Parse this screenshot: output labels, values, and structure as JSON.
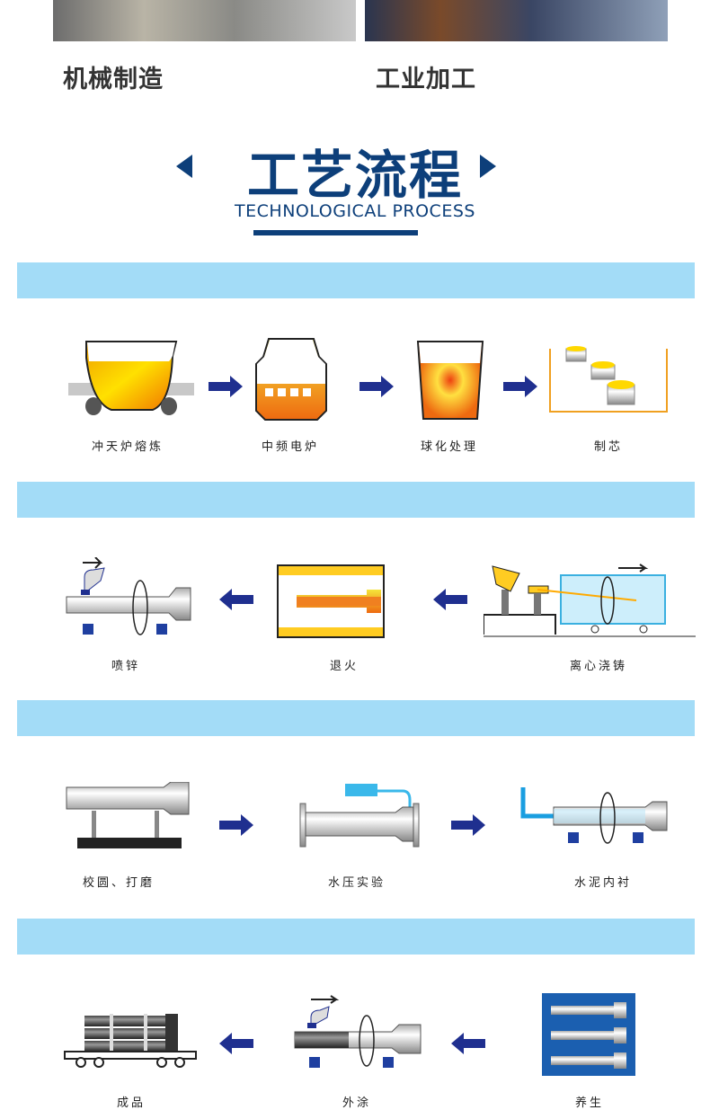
{
  "gallery": [
    {
      "caption": "机械制造"
    },
    {
      "caption": "工业加工"
    }
  ],
  "section": {
    "title": "工艺流程",
    "subtitle": "TECHNOLOGICAL PROCESS"
  },
  "colors": {
    "navy": "#0d3f7a",
    "band": "#a3dcf7",
    "arrow": "#1f2f8f"
  },
  "rows": [
    {
      "steps": [
        "冲天炉熔炼",
        "中频电炉",
        "球化处理",
        "制芯"
      ]
    },
    {
      "steps": [
        "喷锌",
        "退火",
        "离心浇铸"
      ]
    },
    {
      "steps": [
        "校圆、打磨",
        "水压实验",
        "水泥内衬"
      ]
    },
    {
      "steps": [
        "成品",
        "外涂",
        "养生"
      ]
    }
  ]
}
